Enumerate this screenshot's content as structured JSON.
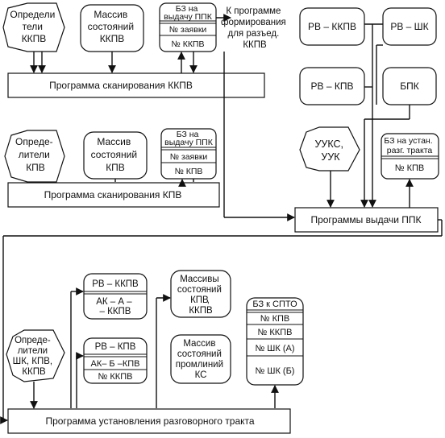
{
  "top": {
    "opredeliteli_kkpv": [
      "Определи",
      "тели",
      "ККПВ"
    ],
    "massiv_kkpv": [
      "Массив",
      "состояний",
      "ККПВ"
    ],
    "bz_vydachu_ppk_1": [
      "БЗ на",
      "выдачу ППК"
    ],
    "zayavki_1": "№ заявки",
    "nkkpv": "№ ККПВ",
    "k_programme": [
      "К программе",
      "формирования",
      "для разъед.",
      "ККПВ"
    ],
    "prog_scan_kkpv": "Программа сканирования ККПВ"
  },
  "middle": {
    "opredeliteli_kpv": [
      "Опреде-",
      "лители",
      "КПВ"
    ],
    "massiv_kpv": [
      "Массив",
      "состояний",
      "КПВ"
    ],
    "bz_vydachu_ppk_2": [
      "БЗ на",
      "выдачу ППК"
    ],
    "zayavki_2": "№ заявки",
    "nkpv": "№ КПВ",
    "prog_scan_kpv": "Программа сканирования КПВ"
  },
  "right": {
    "rv_kkpv": "РВ – ККПВ",
    "rv_shk": "РВ – ШК",
    "rv_kpv": "РВ – КПВ",
    "bpk": "БПК",
    "uuks": [
      "УУКС,",
      "УУК"
    ],
    "bz_ustan": [
      "БЗ на устан.",
      "разг. тракта"
    ],
    "bz_ustan_nkpv": "№ КПВ",
    "prog_vydachi_ppk": "Программы выдачи ППК"
  },
  "bottom": {
    "rv_kkpv_2": "РВ – ККПВ",
    "ak_a_kkpv": [
      "АК – А –",
      "– ККПВ"
    ],
    "rv_kpv_2": "РВ – КПВ",
    "ak_b_kpv": "АК– Б –КПВ",
    "nkkpv_2": "№ ККПВ",
    "massivy_kpv_kkpv": [
      "Массивы",
      "состояний",
      "КПВ",
      ",",
      "ККПВ"
    ],
    "massiv_promlinii": [
      "Массив",
      "состояний",
      "промлиний",
      "КС"
    ],
    "opredeliteli_shk": [
      "Опреде-",
      "лители",
      "ШК, КПВ,",
      "ККПВ"
    ],
    "bz_sppto": "БЗ к СПТО",
    "bz_nkpv": "№ КПВ",
    "bz_nkkpv": "№ ККПВ",
    "bz_shk_a": "№ ШК  (А)",
    "bz_shk_b": "№ ШК  (Б)",
    "prog_ustanovleniya": "Программа установления разговорного тракта"
  }
}
